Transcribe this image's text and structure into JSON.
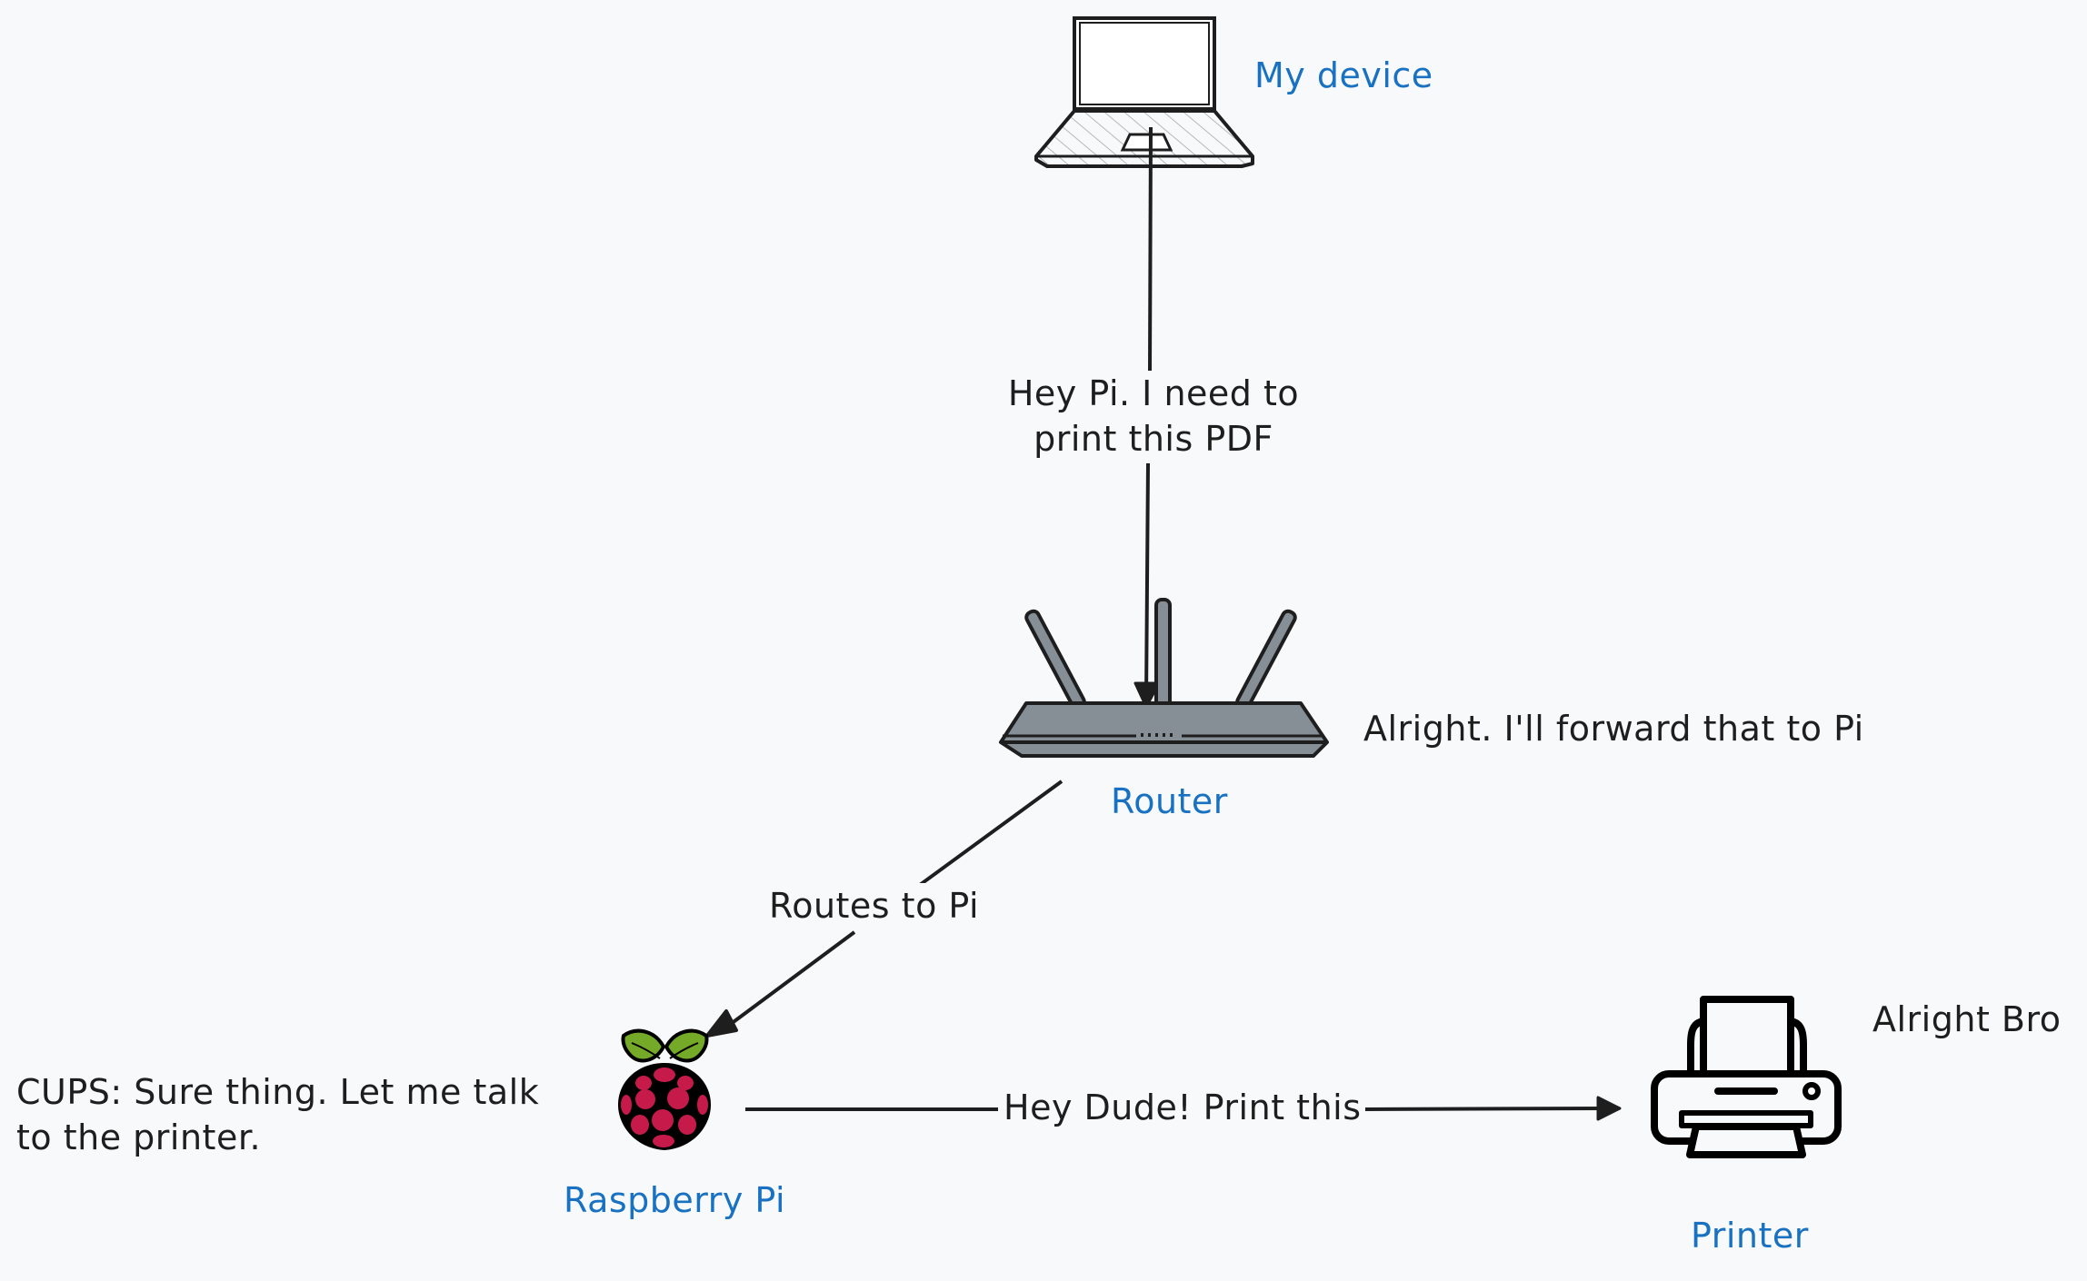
{
  "diagram": {
    "title": "Network printing via Raspberry Pi",
    "colors": {
      "background": "#f8f9fa",
      "stroke": "#1e1e1e",
      "label_blue": "#1971c2",
      "router_fill": "#868e96",
      "raspberry_red": "#c51a4a",
      "leaf_green": "#75a928"
    },
    "nodes": {
      "device": {
        "label": "My device",
        "icon": "laptop-icon"
      },
      "router": {
        "label": "Router",
        "icon": "router-icon",
        "note": "Alright. I'll forward that to Pi"
      },
      "pi": {
        "label": "Raspberry Pi",
        "icon": "raspberry-pi-icon",
        "note_line1": "CUPS: Sure thing. Let me talk",
        "note_line2": "to the printer."
      },
      "printer": {
        "label": "Printer",
        "icon": "printer-icon",
        "note": "Alright Bro"
      }
    },
    "edges": {
      "device_to_router": {
        "from": "My device",
        "to": "Router",
        "label_line1": "Hey Pi. I need to",
        "label_line2": "print this PDF"
      },
      "router_to_pi": {
        "from": "Router",
        "to": "Raspberry Pi",
        "label": "Routes to Pi"
      },
      "pi_to_printer": {
        "from": "Raspberry Pi",
        "to": "Printer",
        "label": "Hey Dude! Print this"
      }
    }
  }
}
